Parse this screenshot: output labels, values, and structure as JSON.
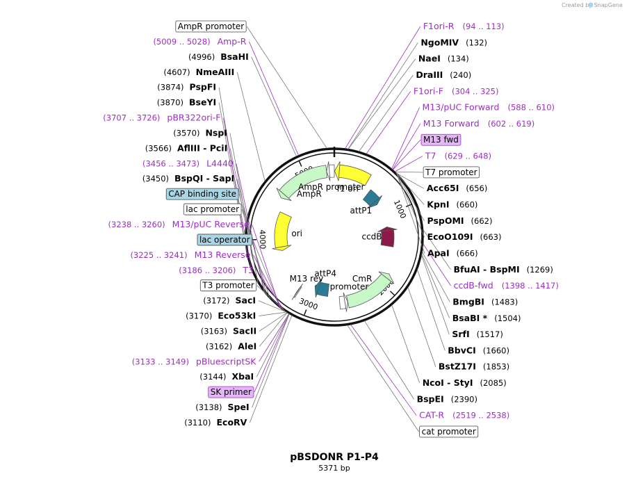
{
  "credit": "Created by SnapGene",
  "plasmid": {
    "name": "pBSDONR P1-P4",
    "size_label": "5371 bp",
    "total_bp": 5371
  },
  "ruler": [
    {
      "bp": 1000,
      "label": "1000"
    },
    {
      "bp": 2000,
      "label": "2000"
    },
    {
      "bp": 3000,
      "label": "3000"
    },
    {
      "bp": 4000,
      "label": "4000"
    },
    {
      "bp": 5000,
      "label": "5000"
    }
  ],
  "features": [
    {
      "name": "f1 ori",
      "start": 4,
      "end": 459,
      "strand": -1,
      "color": "#ffff33"
    },
    {
      "name": "attP1",
      "start": 560,
      "end": 790,
      "strand": 1,
      "color": "#2b7a96"
    },
    {
      "name": "ccdB",
      "start": 1180,
      "end": 1485,
      "strand": -1,
      "color": "#8b1a4a"
    },
    {
      "name": "CmR",
      "start": 1850,
      "end": 2510,
      "strand": -1,
      "color": "#c8f7c8"
    },
    {
      "name": "cat promoter",
      "start": 2511,
      "end": 2615,
      "strand": -1,
      "color": "#ffffff"
    },
    {
      "name": "attP4",
      "start": 2780,
      "end": 3000,
      "strand": 1,
      "color": "#2b7a96"
    },
    {
      "name": "M13 rev",
      "start": 3180,
      "end": 3200,
      "strand": 1,
      "color": "#ffffff"
    },
    {
      "name": "ori",
      "start": 3810,
      "end": 4400,
      "strand": -1,
      "color": "#ffff33"
    },
    {
      "name": "AmpR",
      "start": 4570,
      "end": 5270,
      "strand": -1,
      "color": "#c8f7c8"
    },
    {
      "name": "AmpR promoter",
      "start": 5271,
      "end": 5371,
      "strand": -1,
      "color": "#ffffff"
    }
  ],
  "labels_right": [
    {
      "type": "primer",
      "name": "F1ori-R",
      "range": "(94 .. 113)",
      "bp": 103
    },
    {
      "type": "enzyme",
      "name": "NgoMIV",
      "pos": "(132)",
      "bp": 132
    },
    {
      "type": "enzyme",
      "name": "NaeI",
      "pos": "(134)",
      "bp": 134
    },
    {
      "type": "enzyme",
      "name": "DraIII",
      "pos": "(240)",
      "bp": 240
    },
    {
      "type": "primer",
      "name": "F1ori-F",
      "range": "(304 .. 325)",
      "bp": 314
    },
    {
      "type": "primer",
      "name": "M13/pUC Forward",
      "range": "(588 .. 610)",
      "bp": 599
    },
    {
      "type": "primer",
      "name": "M13 Forward",
      "range": "(602 .. 619)",
      "bp": 610
    },
    {
      "type": "boxprimer",
      "name": "M13 fwd",
      "bp": 612
    },
    {
      "type": "primer",
      "name": "T7",
      "range": "(629 .. 648)",
      "bp": 638
    },
    {
      "type": "boxfeature",
      "name": "T7 promoter",
      "bp": 640
    },
    {
      "type": "enzyme",
      "name": "Acc65I",
      "pos": "(656)",
      "bp": 656
    },
    {
      "type": "enzyme",
      "name": "KpnI",
      "pos": "(660)",
      "bp": 660
    },
    {
      "type": "enzyme",
      "name": "PspOMI",
      "pos": "(662)",
      "bp": 662
    },
    {
      "type": "enzyme",
      "name": "EcoO109I",
      "pos": "(663)",
      "bp": 663
    },
    {
      "type": "enzyme",
      "name": "ApaI",
      "pos": "(666)",
      "bp": 666
    },
    {
      "type": "enzyme",
      "name": "BfuAI  -  BspMI",
      "pos": "(1269)",
      "bp": 1269
    },
    {
      "type": "primer",
      "name": "ccdB-fwd",
      "range": "(1398 .. 1417)",
      "bp": 1407
    },
    {
      "type": "enzyme",
      "name": "BmgBI",
      "pos": "(1483)",
      "bp": 1483
    },
    {
      "type": "enzyme",
      "name": "BsaBI *",
      "pos": "(1504)",
      "bp": 1504
    },
    {
      "type": "enzyme",
      "name": "SrfI",
      "pos": "(1517)",
      "bp": 1517
    },
    {
      "type": "enzyme",
      "name": "BbvCI",
      "pos": "(1660)",
      "bp": 1660
    },
    {
      "type": "enzyme",
      "name": "BstZ17I",
      "pos": "(1853)",
      "bp": 1853
    },
    {
      "type": "enzyme",
      "name": "NcoI  -  StyI",
      "pos": "(2085)",
      "bp": 2085
    },
    {
      "type": "enzyme",
      "name": "BspEI",
      "pos": "(2390)",
      "bp": 2390
    },
    {
      "type": "primer",
      "name": "CAT-R",
      "range": "(2519 .. 2538)",
      "bp": 2528
    },
    {
      "type": "boxfeature",
      "name": "cat promoter",
      "bp": 2560
    }
  ],
  "labels_left": [
    {
      "type": "boxfeature",
      "name": "AmpR promoter",
      "bp": 5300
    },
    {
      "type": "primer",
      "name": "Amp-R",
      "range": "(5009 .. 5028)",
      "bp": 5018
    },
    {
      "type": "enzyme",
      "name": "BsaHI",
      "pos": "(4996)",
      "bp": 4996
    },
    {
      "type": "enzyme",
      "name": "NmeAIII",
      "pos": "(4607)",
      "bp": 4607
    },
    {
      "type": "enzyme",
      "name": "PspFI",
      "pos": "(3874)",
      "bp": 3874
    },
    {
      "type": "enzyme",
      "name": "BseYI",
      "pos": "(3870)",
      "bp": 3870
    },
    {
      "type": "primer",
      "name": "pBR322ori-F",
      "range": "(3707 .. 3726)",
      "bp": 3716
    },
    {
      "type": "enzyme",
      "name": "NspI",
      "pos": "(3570)",
      "bp": 3570
    },
    {
      "type": "enzyme",
      "name": "AflIII  -  PciI",
      "pos": "(3566)",
      "bp": 3566
    },
    {
      "type": "primer",
      "name": "L4440",
      "range": "(3456 .. 3473)",
      "bp": 3464
    },
    {
      "type": "enzyme",
      "name": "BspQI  -  SapI",
      "pos": "(3450)",
      "bp": 3450
    },
    {
      "type": "bluefeature",
      "name": "CAP binding site",
      "bp": 3420
    },
    {
      "type": "boxfeature",
      "name": "lac promoter",
      "bp": 3380
    },
    {
      "type": "primer",
      "name": "M13/pUC Reverse",
      "range": "(3238 .. 3260)",
      "bp": 3249
    },
    {
      "type": "bluefeature",
      "name": "lac operator",
      "bp": 3240
    },
    {
      "type": "primer",
      "name": "M13 Reverse",
      "range": "(3225 .. 3241)",
      "bp": 3233
    },
    {
      "type": "primer",
      "name": "T3",
      "range": "(3186 .. 3206)",
      "bp": 3196
    },
    {
      "type": "boxfeature",
      "name": "T3 promoter",
      "bp": 3190
    },
    {
      "type": "enzyme",
      "name": "SacI",
      "pos": "(3172)",
      "bp": 3172
    },
    {
      "type": "enzyme",
      "name": "Eco53kI",
      "pos": "(3170)",
      "bp": 3170
    },
    {
      "type": "enzyme",
      "name": "SacII",
      "pos": "(3163)",
      "bp": 3163
    },
    {
      "type": "enzyme",
      "name": "AleI",
      "pos": "(3162)",
      "bp": 3162
    },
    {
      "type": "primer",
      "name": "pBluescriptSK",
      "range": "(3133 .. 3149)",
      "bp": 3141
    },
    {
      "type": "enzyme",
      "name": "XbaI",
      "pos": "(3144)",
      "bp": 3144
    },
    {
      "type": "boxprimer",
      "name": "SK primer",
      "bp": 3140
    },
    {
      "type": "enzyme",
      "name": "SpeI",
      "pos": "(3138)",
      "bp": 3138
    },
    {
      "type": "enzyme",
      "name": "EcoRV",
      "pos": "(3110)",
      "bp": 3110
    }
  ]
}
